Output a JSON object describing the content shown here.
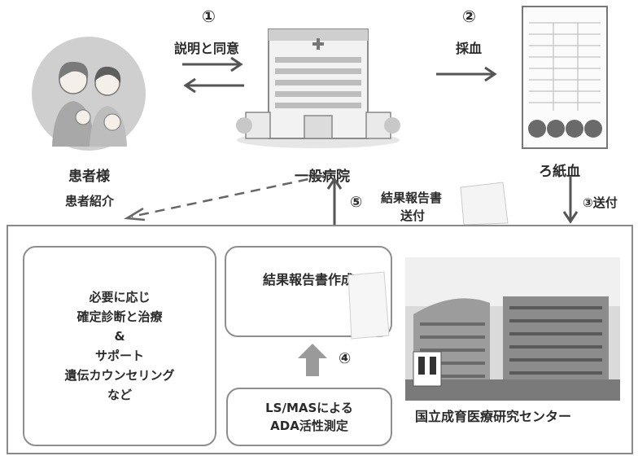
{
  "top": {
    "patient_label": "患者様",
    "hospital_label": "一般病院",
    "filter_paper_label": "ろ紙血",
    "step1_number": "①",
    "step1_label": "説明と同意",
    "step2_number": "②",
    "step2_label": "採血",
    "step3_label": "③送付",
    "step5_number": "⑤",
    "step5_label_line1": "結果報告書",
    "step5_label_line2": "送付",
    "referral_label": "患者紹介"
  },
  "bottom": {
    "support_lines": [
      "必要に応じ",
      "確定診断と治療",
      "&",
      "サポート",
      "遺伝カウンセリング",
      "など"
    ],
    "report_label": "結果報告書作成",
    "step4_number": "④",
    "measure_line1": "LS/MASによる",
    "measure_line2": "ADA活性測定",
    "center_name": "国立成育医療研究センター"
  }
}
